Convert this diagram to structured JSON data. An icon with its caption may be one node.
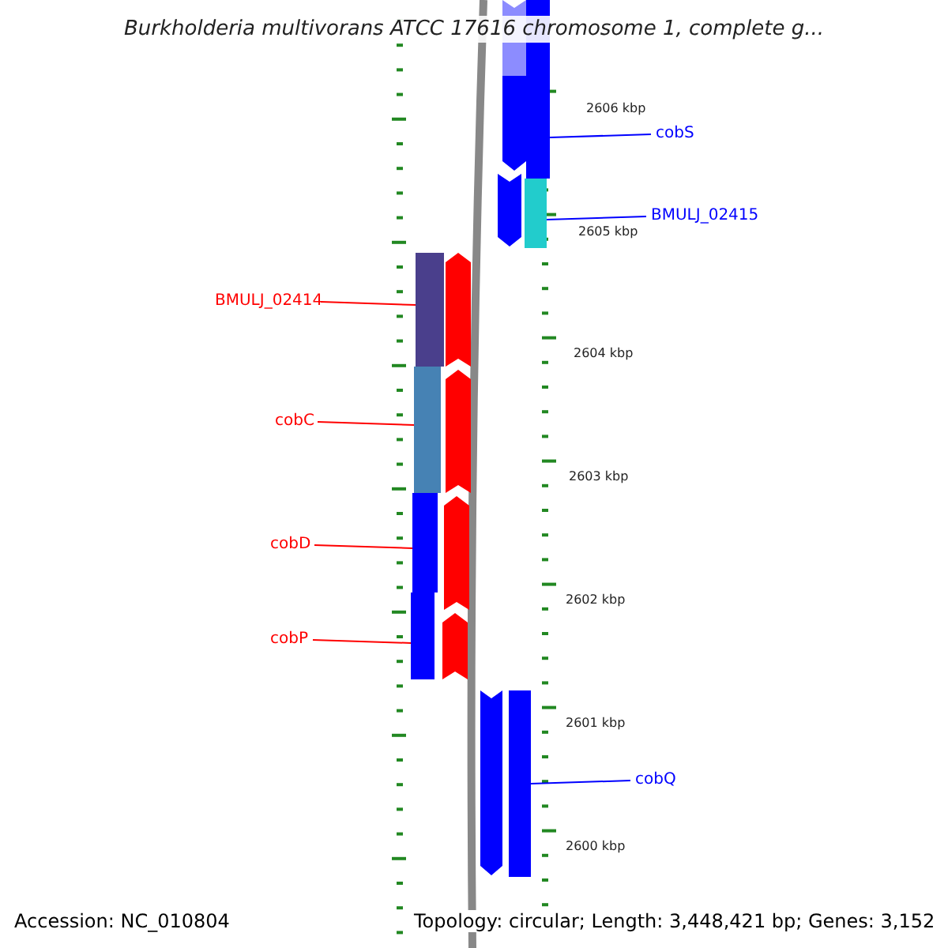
{
  "diagram": {
    "title": "Burkholderia multivorans ATCC 17616 chromosome 1, complete g...",
    "nodes": [
      {
        "text": [
          "BMULJ_02414"
        ]
      },
      {
        "text": [
          "cobC"
        ]
      },
      {
        "text": [
          "cobD"
        ]
      },
      {
        "text": [
          "cobP"
        ]
      },
      {
        "text": [
          "cobS"
        ]
      },
      {
        "text": [
          "BMULJ_02415"
        ]
      },
      {
        "text": [
          "cobQ"
        ]
      },
      {
        "text": [],
        "shape": "bar"
      },
      {
        "text": [],
        "shape": "bar"
      },
      {
        "text": [],
        "shape": "bar"
      },
      {
        "text": [],
        "shape": "bar"
      },
      {
        "text": [],
        "shape": "bar"
      },
      {
        "text": [],
        "shape": "bar"
      },
      {
        "text": [],
        "shape": "bar"
      }
    ],
    "edges": [
      {
        "from": 0,
        "to": 7,
        "arrow": "none",
        "color": "#ff0000"
      },
      {
        "from": 1,
        "to": 8,
        "arrow": "none",
        "color": "#ff0000"
      },
      {
        "from": 2,
        "to": 9,
        "arrow": "none",
        "color": "#ff0000"
      },
      {
        "from": 3,
        "to": 10,
        "arrow": "none",
        "color": "#ff0000"
      },
      {
        "from": 4,
        "to": 11,
        "arrow": "none",
        "color": "#0000ff"
      },
      {
        "from": 5,
        "to": 12,
        "arrow": "none",
        "color": "#0000ff"
      },
      {
        "from": 6,
        "to": 13,
        "arrow": "none",
        "color": "#0000ff"
      }
    ],
    "labels": [
      "2606 kbp",
      "2605 kbp",
      "2604 kbp",
      "2603 kbp",
      "2602 kbp",
      "2601 kbp",
      "2600 kbp",
      "Accession: NC_010804",
      "Topology: circular; Length: 3,448,421 bp; Genes: 3,152"
    ]
  }
}
